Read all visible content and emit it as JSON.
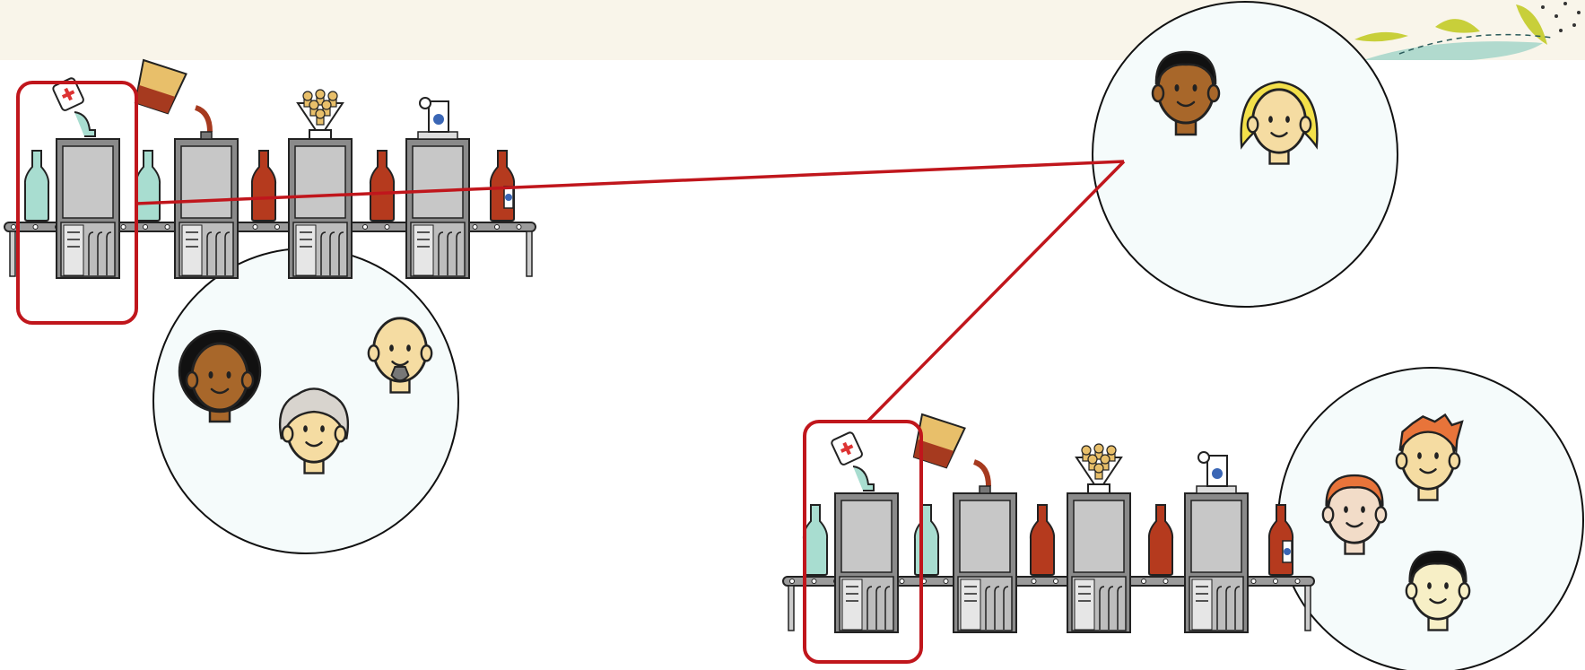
{
  "colors": {
    "banner": "#f9f5ea",
    "highlight": "#c0161c",
    "machine_body": "#8a8a8a",
    "machine_screen": "#c7c7c7",
    "conveyor": "#9b9b9b",
    "bottle_empty": "#a8ddd0",
    "bottle_filled": "#b53a1e",
    "circle_fill": "#f5fbfb",
    "skin_dark": "#a8672a",
    "skin_light": "#f5dca2",
    "hair_blonde": "#f3e04a",
    "hair_orange": "#e8743a",
    "hair_gray": "#d8d4ce",
    "wine": "#a63a1f",
    "cork": "#e8bf6a",
    "label_blue": "#3a66b5",
    "leaf_green": "#c8cf3a",
    "leaf_teal": "#9fd3c7",
    "banner_dots": "#e88a5a"
  },
  "stations": [
    "sanitize",
    "fill",
    "cork",
    "label"
  ],
  "production_lines": [
    {
      "id": "line-top",
      "highlighted_station": "sanitize"
    },
    {
      "id": "line-bottom",
      "highlighted_station": "sanitize"
    }
  ],
  "teams": [
    {
      "id": "team-left",
      "members": [
        "afro-woman",
        "gray-haired-woman",
        "bearded-man"
      ]
    },
    {
      "id": "team-top-right",
      "members": [
        "dark-skinned-man",
        "blonde-woman"
      ]
    },
    {
      "id": "team-bottom-right",
      "members": [
        "brown-haired-person",
        "red-haired-man",
        "black-haired-man"
      ]
    }
  ],
  "icons": [
    "sanitizer-bottle-icon",
    "wine-pitcher-icon",
    "cork-bowl-icon",
    "label-roll-icon",
    "wine-bottle-icon"
  ]
}
